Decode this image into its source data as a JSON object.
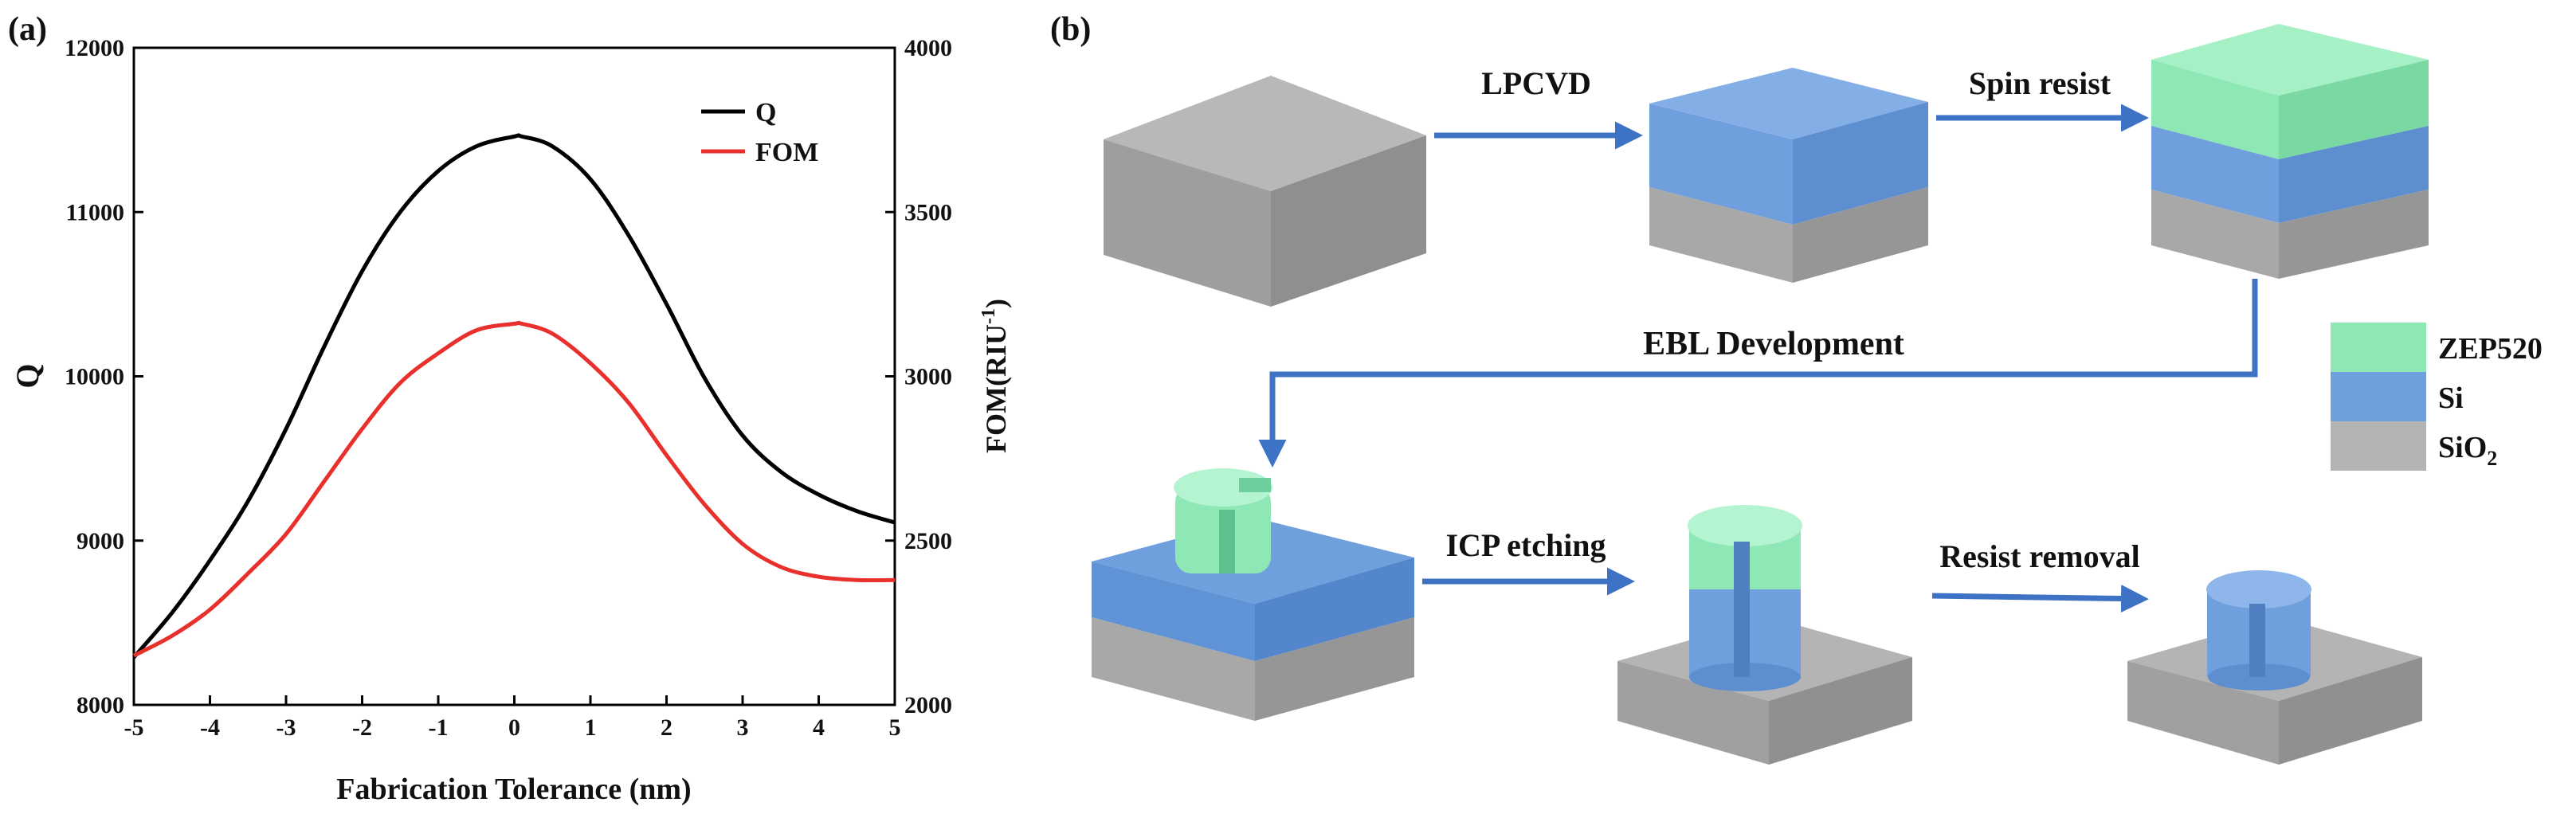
{
  "panel_a": {
    "label": "(a)"
  },
  "panel_b": {
    "label": "(b)"
  },
  "chart_data": {
    "type": "line",
    "xlabel": "Fabrication Tolerance (nm)",
    "ylabel": "Q",
    "y2label_main": "FOM(RIU",
    "y2label_sup": "-1",
    "y2label_end": ")",
    "xlim": [
      -5,
      5
    ],
    "ylim": [
      8000,
      12000
    ],
    "y2lim": [
      2000,
      4000
    ],
    "xticks": [
      -5,
      -4,
      -3,
      -2,
      -1,
      0,
      1,
      2,
      3,
      4,
      5
    ],
    "yticks": [
      8000,
      9000,
      10000,
      11000,
      12000
    ],
    "y2ticks": [
      2000,
      2500,
      3000,
      3500,
      4000
    ],
    "legend_position": "top-right",
    "grid": false,
    "series": [
      {
        "name": "Q",
        "axis": "left",
        "color": "#000000",
        "x": [
          -5,
          -4.5,
          -4,
          -3.5,
          -3,
          -2.5,
          -2,
          -1.5,
          -1,
          -0.5,
          0,
          0.1,
          0.5,
          1,
          1.5,
          2,
          2.5,
          3,
          3.5,
          4,
          4.5,
          5
        ],
        "y": [
          8290,
          8560,
          8880,
          9240,
          9680,
          10180,
          10640,
          11000,
          11250,
          11400,
          11460,
          11460,
          11400,
          11200,
          10860,
          10440,
          9990,
          9640,
          9420,
          9280,
          9180,
          9110
        ]
      },
      {
        "name": "FOM",
        "axis": "right",
        "color": "#e8302c",
        "x": [
          -5,
          -4.5,
          -4,
          -3.5,
          -3,
          -2.5,
          -2,
          -1.5,
          -1,
          -0.5,
          0,
          0.1,
          0.5,
          1,
          1.5,
          2,
          2.5,
          3,
          3.5,
          4,
          4.5,
          5
        ],
        "y": [
          2150,
          2210,
          2290,
          2400,
          2520,
          2680,
          2840,
          2980,
          3070,
          3140,
          3160,
          3160,
          3130,
          3040,
          2920,
          2760,
          2610,
          2490,
          2420,
          2390,
          2380,
          2380
        ]
      }
    ]
  },
  "process": {
    "steps": [
      "LPCVD",
      "Spin resist",
      "EBL Development",
      "ICP etching",
      "Resist removal"
    ],
    "legend": [
      {
        "label": "ZEP520",
        "color": "#8ee8b5"
      },
      {
        "label": "Si",
        "color": "#6f9fdc"
      },
      {
        "label": "SiO",
        "sub": "2",
        "color": "#b4b4b4"
      }
    ],
    "arrow_color": "#3e72c4"
  }
}
